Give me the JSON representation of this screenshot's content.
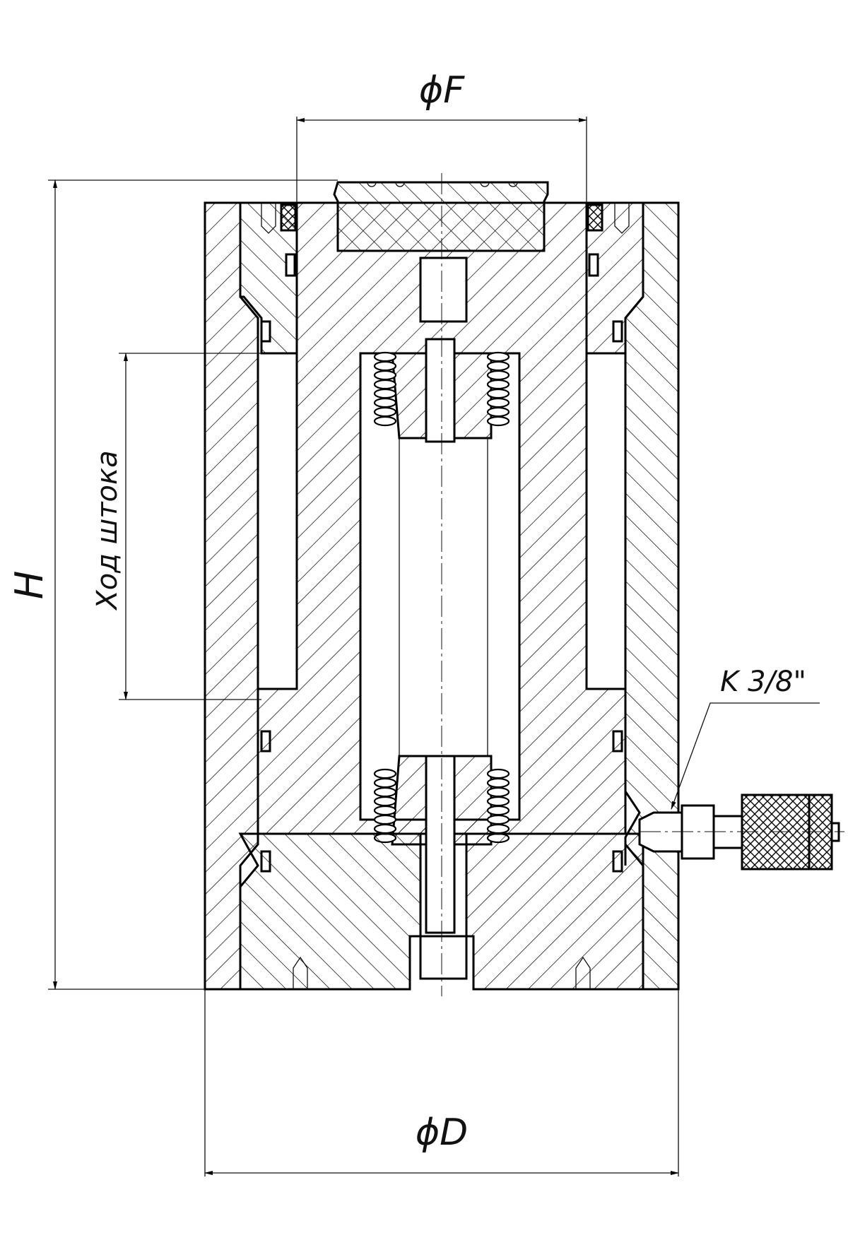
{
  "labels": {
    "flange_diameter": "ϕF",
    "body_diameter": "ϕD",
    "height": "H",
    "stroke": "Ход штока",
    "port_thread": "K 3/8\""
  },
  "colors": {
    "line": "#000000",
    "background": "#ffffff"
  }
}
